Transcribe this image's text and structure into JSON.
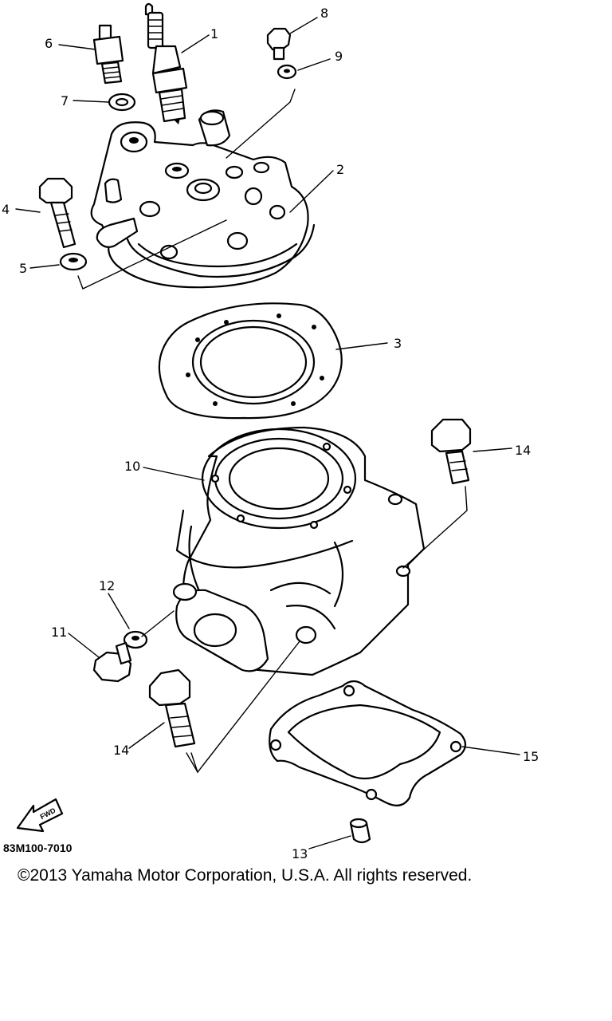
{
  "part_labels": {
    "p1": "1",
    "p2": "2",
    "p3": "3",
    "p4": "4",
    "p5": "5",
    "p6": "6",
    "p7": "7",
    "p8": "8",
    "p9": "9",
    "p10": "10",
    "p11": "11",
    "p12": "12",
    "p13": "13",
    "p14a": "14",
    "p14b": "14",
    "p15": "15"
  },
  "fwd_label": "FWD",
  "diagram_code": "83M100-7010",
  "copyright": "©2013 Yamaha Motor Corporation, U.S.A. All rights reserved."
}
